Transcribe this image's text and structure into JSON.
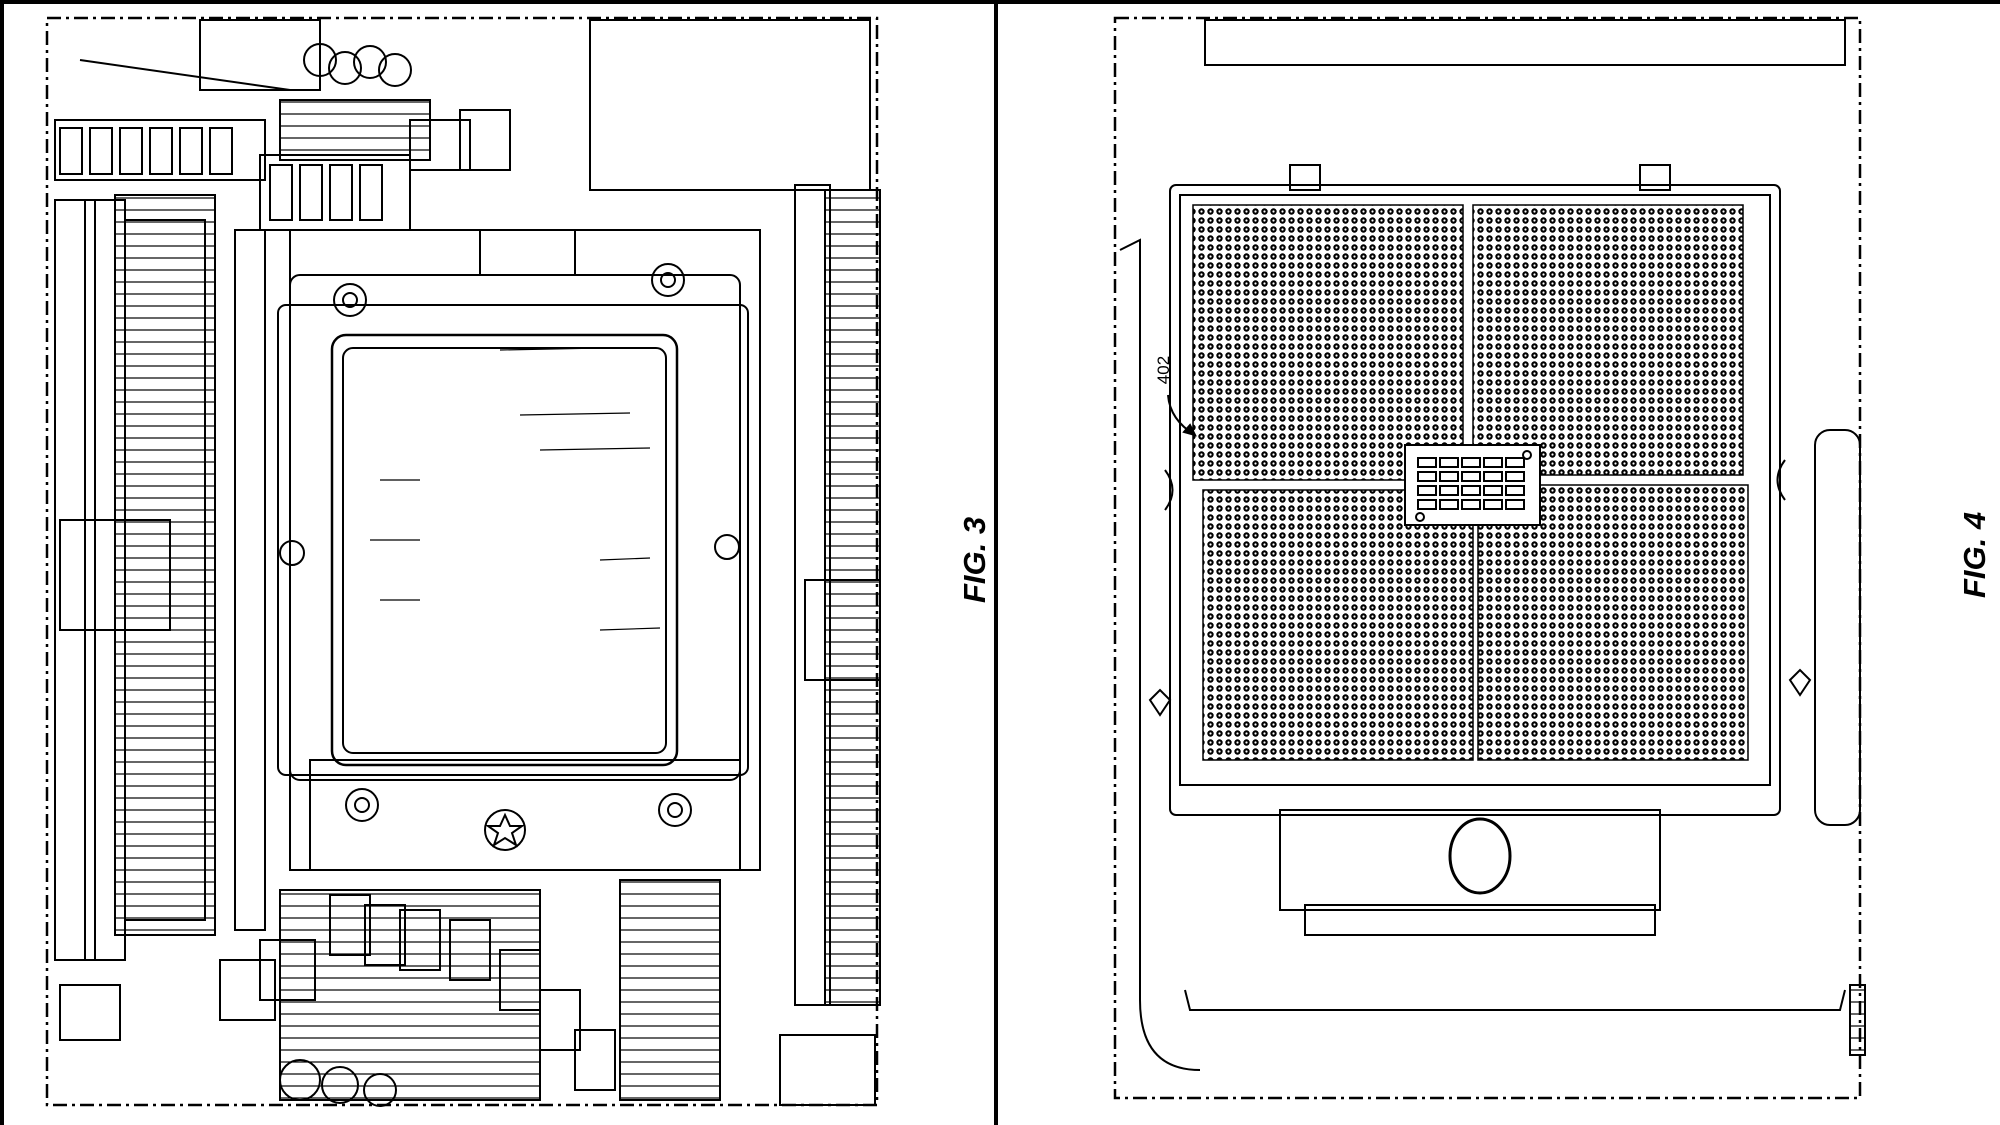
{
  "figures": [
    {
      "label": "FIG. 3",
      "subject": "processor-socket-retention-frame"
    },
    {
      "label": "FIG. 4",
      "subject": "processor-socket-pin-array"
    }
  ],
  "annotations": {
    "reference_402": "402"
  },
  "colors": {
    "line": "#000000",
    "paper": "#ffffff"
  }
}
